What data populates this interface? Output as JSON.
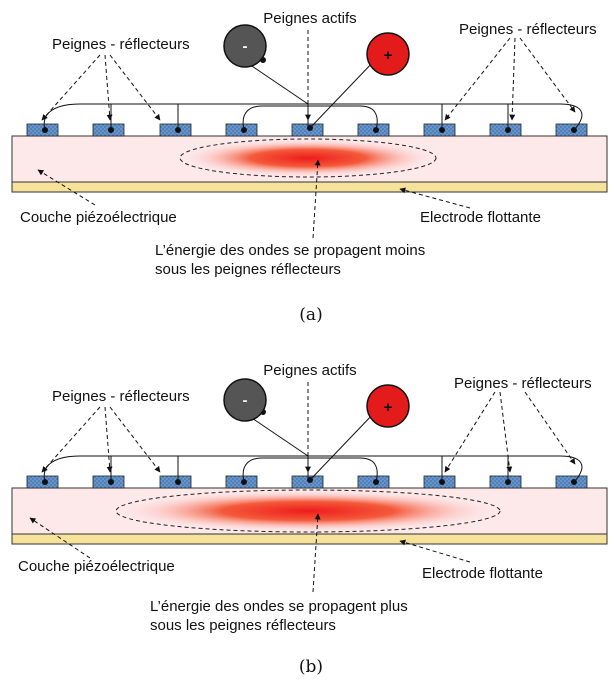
{
  "panels": [
    {
      "caption": "(a)",
      "top_label": "Peignes actifs",
      "left_label": "Peignes - réflecteurs",
      "right_label": "Peignes - réflecteurs",
      "layer_label": "Couche piézoélectrique",
      "electrode_label": "Electrode flottante",
      "energy_line1": "L’énergie des ondes se propagent moins",
      "energy_line2": "sous les peignes réflecteurs",
      "minus_sign": "-",
      "plus_sign": "+"
    },
    {
      "caption": "(b)",
      "top_label": "Peignes actifs",
      "left_label": "Peignes - réflecteurs",
      "right_label": "Peignes - réflecteurs",
      "layer_label": "Couche piézoélectrique",
      "electrode_label": "Electrode flottante",
      "energy_line1": "L’énergie des ondes se propagent plus",
      "energy_line2": "sous les peignes réflecteurs",
      "minus_sign": "-",
      "plus_sign": "+"
    }
  ],
  "colors": {
    "substrate": "#fde8ea",
    "electrode": "#f6e29a",
    "comb": "#4f81bd",
    "energy": "#ee1c1c",
    "minus_terminal": "#555555",
    "plus_terminal": "#e31b1b"
  }
}
